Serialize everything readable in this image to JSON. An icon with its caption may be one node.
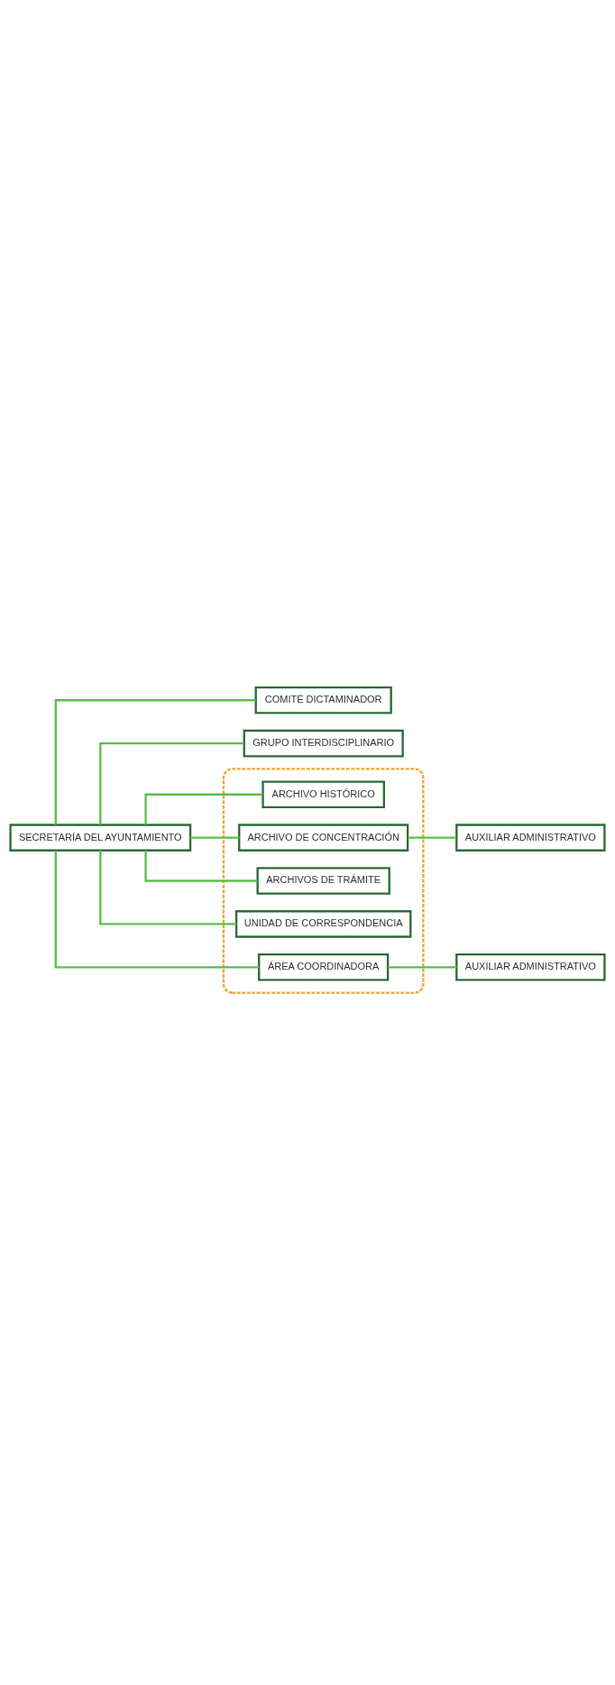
{
  "diagram": {
    "nodes": [
      {
        "text": [
          "SECRETARÍA DEL AYUNTAMIENTO"
        ]
      },
      {
        "text": [],
        "shape": "box"
      },
      {
        "text": [
          "ÁREA COORDINADORA"
        ],
        "in": 1
      },
      {
        "text": [
          "UNIDAD DE CORRESPONDENCIA"
        ],
        "in": 1
      },
      {
        "text": [
          "ARCHIVOS DE TRÁMITE"
        ],
        "in": 1
      },
      {
        "text": [
          "ARCHIVO DE CONCENTRACIÓN"
        ],
        "in": 1
      },
      {
        "text": [
          "ARCHIVO HISTÓRICO"
        ],
        "in": 1
      },
      {
        "text": [
          "AUXILIAR ADMINISTRATIVO"
        ]
      },
      {
        "text": [
          "GRUPO INTERDISCIPLINARIO"
        ]
      },
      {
        "text": [
          "COMITÉ DICTAMINADOR"
        ]
      },
      {
        "text": [
          "AUXILIAR ADMINISTRATIVO"
        ]
      }
    ],
    "edges": [
      {
        "from": 0,
        "to": 2,
        "arrow": "none"
      },
      {
        "from": 0,
        "to": 3,
        "arrow": "none"
      },
      {
        "from": 0,
        "to": 4,
        "arrow": "none"
      },
      {
        "from": 0,
        "to": 5,
        "arrow": "none"
      },
      {
        "from": 0,
        "to": 6,
        "arrow": "none"
      },
      {
        "from": 0,
        "to": 8,
        "arrow": "none"
      },
      {
        "from": 0,
        "to": 9,
        "arrow": "none"
      },
      {
        "from": 2,
        "to": 7,
        "arrow": "none"
      },
      {
        "from": 5,
        "to": 10,
        "arrow": "none"
      }
    ]
  }
}
